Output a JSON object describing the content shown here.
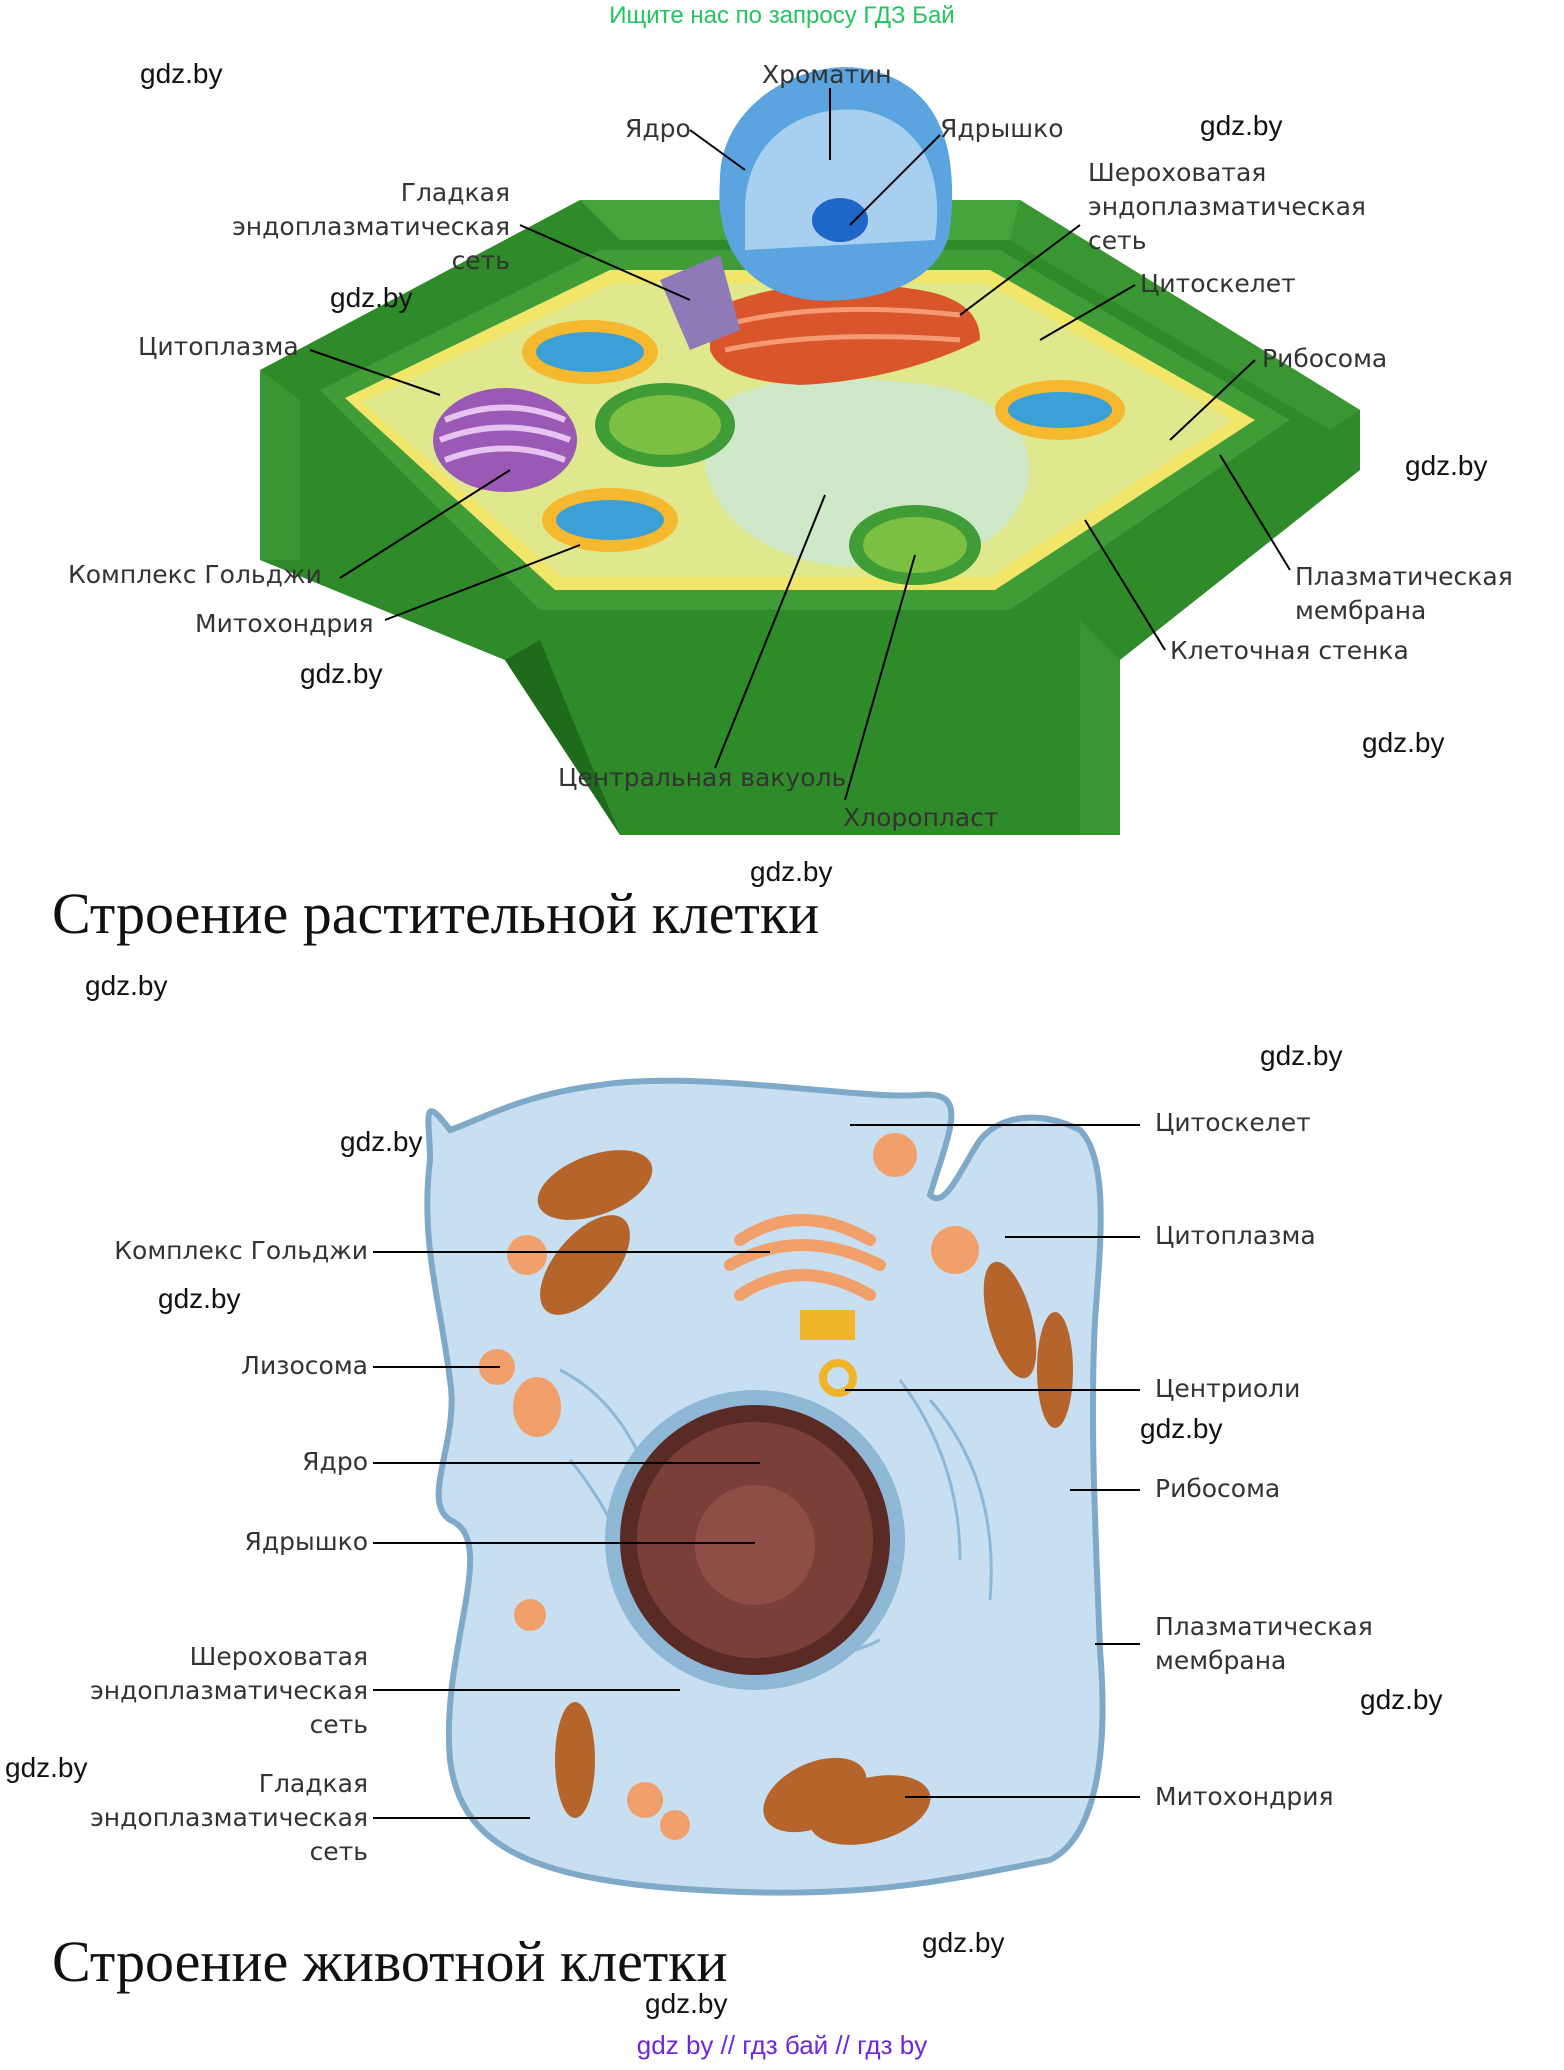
{
  "banner": "Ищите нас по запросу ГДЗ Бай",
  "watermark": "gdz.by",
  "footer": "gdz by  //  гдз бай  //  гдз by",
  "plant": {
    "title": "Строение растительной клетки",
    "labels": {
      "chromatin": "Хроматин",
      "nucleus": "Ядро",
      "nucleolus": "Ядрышко",
      "smooth_er_1": "Гладкая",
      "smooth_er_2": "эндоплазматическая",
      "smooth_er_3": "сеть",
      "rough_er_1": "Шероховатая",
      "rough_er_2": "эндоплазматическая",
      "rough_er_3": "сеть",
      "cytoskeleton": "Цитоскелет",
      "cytoplasm": "Цитоплазма",
      "ribosome": "Рибосома",
      "golgi": "Комплекс Гольджи",
      "mitochondria": "Митохондрия",
      "membrane_1": "Плазматическая",
      "membrane_2": "мембрана",
      "cell_wall": "Клеточная стенка",
      "vacuole": "Центральная вакуоль",
      "chloroplast": "Хлоропласт"
    }
  },
  "animal": {
    "title": "Строение животной клетки",
    "labels": {
      "cytoskeleton": "Цитоскелет",
      "golgi": "Комплекс Гольджи",
      "cytoplasm": "Цитоплазма",
      "lysosome": "Лизосома",
      "centrioles": "Центриоли",
      "nucleus": "Ядро",
      "ribosome": "Рибосома",
      "nucleolus": "Ядрышко",
      "rough_er_1": "Шероховатая",
      "rough_er_2": "эндоплазматическая",
      "rough_er_3": "сеть",
      "membrane_1": "Плазматическая",
      "membrane_2": "мембрана",
      "smooth_er_1": "Гладкая",
      "smooth_er_2": "эндоплазматическая",
      "smooth_er_3": "сеть",
      "mitochondria": "Митохондрия"
    }
  },
  "colors": {
    "banner": "#22c55e",
    "footer": "#6d28d9",
    "cell_wall": "#2f8a2a",
    "plant_cytoplasm": "#dfe88c",
    "animal_cytoplasm": "#c7dff0"
  }
}
